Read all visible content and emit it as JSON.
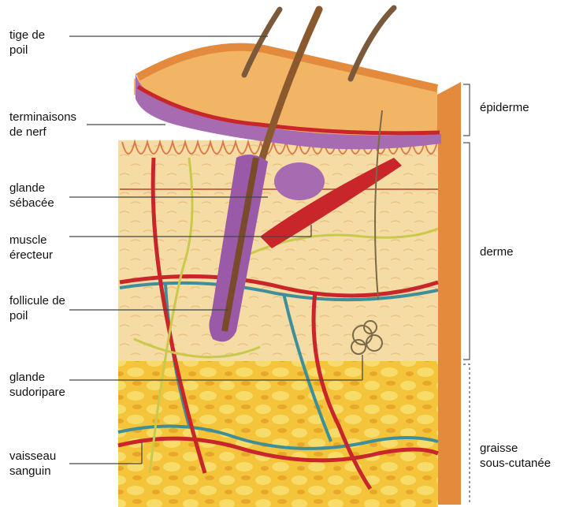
{
  "left_labels": [
    {
      "id": "hair-shaft",
      "lines": [
        "tige de",
        "poil"
      ]
    },
    {
      "id": "nerve-endings",
      "lines": [
        "terminaisons",
        "de nerf"
      ]
    },
    {
      "id": "sebaceous-gland",
      "lines": [
        "glande",
        "sébacée"
      ]
    },
    {
      "id": "erector-muscle",
      "lines": [
        "muscle",
        "érecteur"
      ]
    },
    {
      "id": "hair-follicle",
      "lines": [
        "follicule de",
        "poil"
      ]
    },
    {
      "id": "sweat-gland",
      "lines": [
        "glande",
        "sudoripare"
      ]
    },
    {
      "id": "blood-vessel",
      "lines": [
        "vaisseau",
        "sanguin"
      ]
    }
  ],
  "right_labels": [
    {
      "id": "epidermis",
      "lines": [
        "épiderme"
      ]
    },
    {
      "id": "dermis",
      "lines": [
        "derme"
      ]
    },
    {
      "id": "subcutaneous-fat",
      "lines": [
        "graisse",
        "sous-cutanée"
      ]
    }
  ],
  "colors": {
    "epidermis": "#e9893a",
    "epidermis_top": "#f3b56a",
    "purple": "#a66bb0",
    "dermis": "#f3d9a0",
    "fat": "#f2c63a",
    "artery": "#c8262b",
    "vein": "#3f8f9a",
    "nerve": "#c9c94a",
    "hair": "#8a5a2e"
  }
}
